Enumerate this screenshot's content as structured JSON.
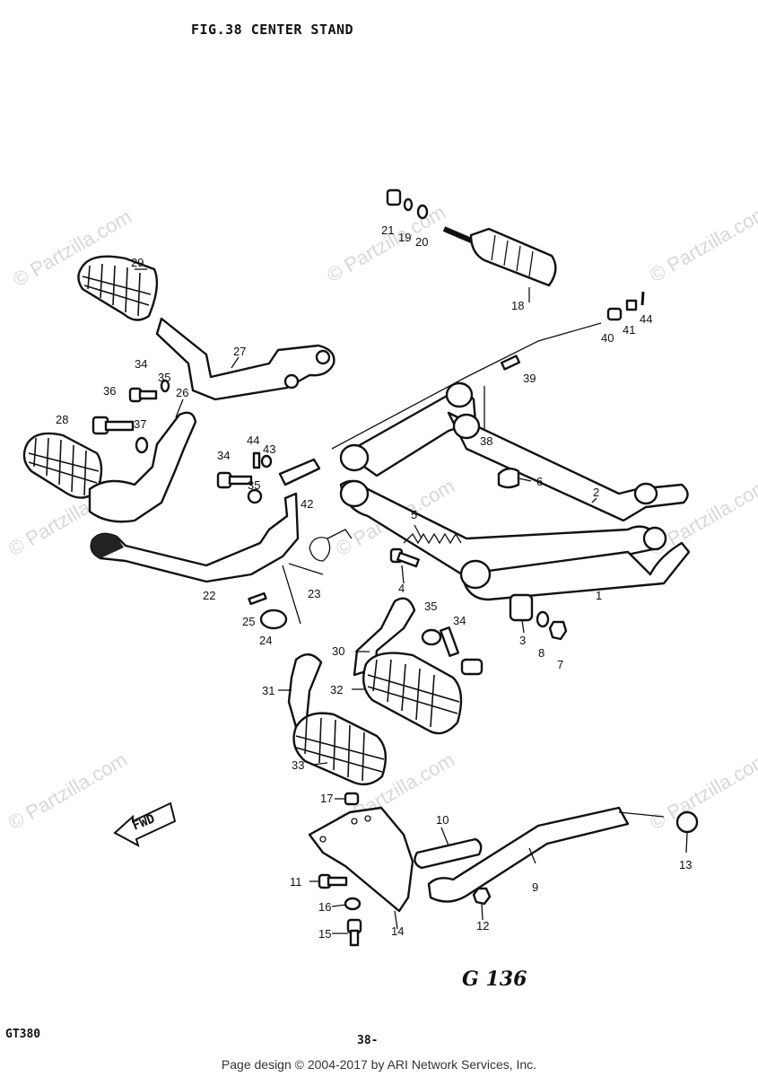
{
  "title": "FIG.38  CENTER STAND",
  "model": "GT380",
  "page_code": "38-",
  "drawing_code": "G 136",
  "footer": "Page design © 2004-2017 by ARI Network Services, Inc.",
  "watermark": "© Partzilla.com",
  "fwd_label": "FWD",
  "callouts": {
    "c1": "1",
    "c2": "2",
    "c3": "3",
    "c4": "4",
    "c5": "5",
    "c6": "6",
    "c7": "7",
    "c8": "8",
    "c9": "9",
    "c10": "10",
    "c11": "11",
    "c12": "12",
    "c13": "13",
    "c14": "14",
    "c15": "15",
    "c16": "16",
    "c17": "17",
    "c18": "18",
    "c19": "19",
    "c20": "20",
    "c21": "21",
    "c22": "22",
    "c23": "23",
    "c24": "24",
    "c25": "25",
    "c26": "26",
    "c27": "27",
    "c28": "28",
    "c29": "29",
    "c30": "30",
    "c31": "31",
    "c32": "32",
    "c33": "33",
    "c34a": "34",
    "c34b": "34",
    "c34c": "34",
    "c35a": "35",
    "c35b": "35",
    "c35c": "35",
    "c36": "36",
    "c37": "37",
    "c38": "38",
    "c39": "39",
    "c40": "40",
    "c41": "41",
    "c42": "42",
    "c43": "43",
    "c44a": "44",
    "c44b": "44"
  }
}
